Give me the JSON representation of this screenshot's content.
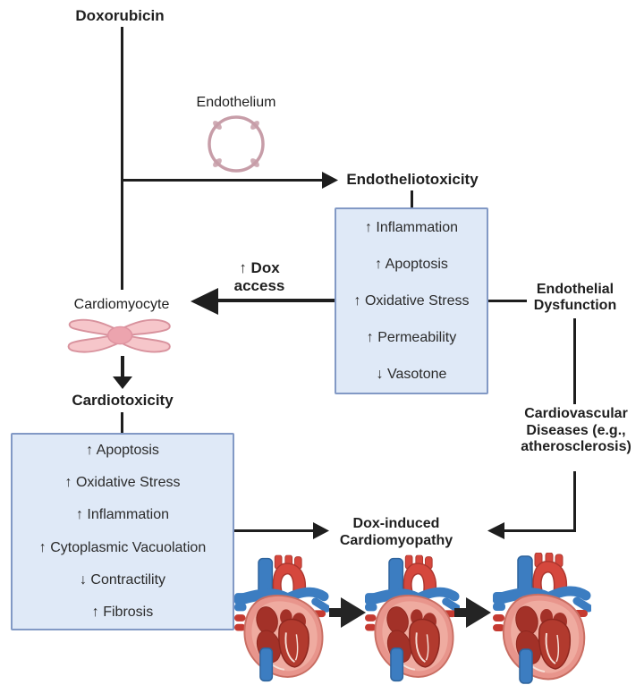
{
  "labels": {
    "doxorubicin": "Doxorubicin",
    "endothelium": "Endothelium",
    "endotheliotoxicity": "Endotheliotoxicity",
    "dox_access": "↑ Dox\naccess",
    "cardiomyocyte": "Cardiomyocyte",
    "cardiotoxicity": "Cardiotoxicity",
    "endothelial_dysfunction": "Endothelial\nDysfunction",
    "cardiovascular_diseases": "Cardiovascular\nDiseases (e.g.,\natherosclerosis)",
    "dox_induced_cardiomyopathy": "Dox-induced\nCardiomyopathy"
  },
  "boxes": {
    "endotheliotoxicity_effects": {
      "items": [
        "↑ Inflammation",
        "↑ Apoptosis",
        "↑ Oxidative Stress",
        "↑ Permeability",
        "↓ Vasotone"
      ]
    },
    "cardiotoxicity_effects": {
      "items": [
        "↑ Apoptosis",
        "↑ Oxidative Stress",
        "↑ Inflammation",
        "↑ Cytoplasmic Vacuolation",
        "↓ Contractility",
        "↑ Fibrosis"
      ]
    }
  },
  "icons": {
    "endothelium_cell": "pink-ring-cell",
    "cardiomyocyte_cell": "branched-pink-cell",
    "heart": "anatomical-heart-cross-section",
    "progression_arrow": "black-right-arrow"
  },
  "colors": {
    "background": "#ffffff",
    "line": "#1e1e1e",
    "box_fill": "#dfe9f7",
    "box_border": "#8299c5",
    "text": "#1f1f1f",
    "endothelium_ring": "#c79da8",
    "cardiomyocyte_fill": "#f6c6ca",
    "cardiomyocyte_outline": "#d8929d",
    "heart_body": "#e8958c",
    "heart_chamber_dark": "#a33128",
    "heart_red_vessel": "#d5473d",
    "heart_blue_vessel": "#3c7dc1",
    "progression_arrow": "#242424"
  }
}
